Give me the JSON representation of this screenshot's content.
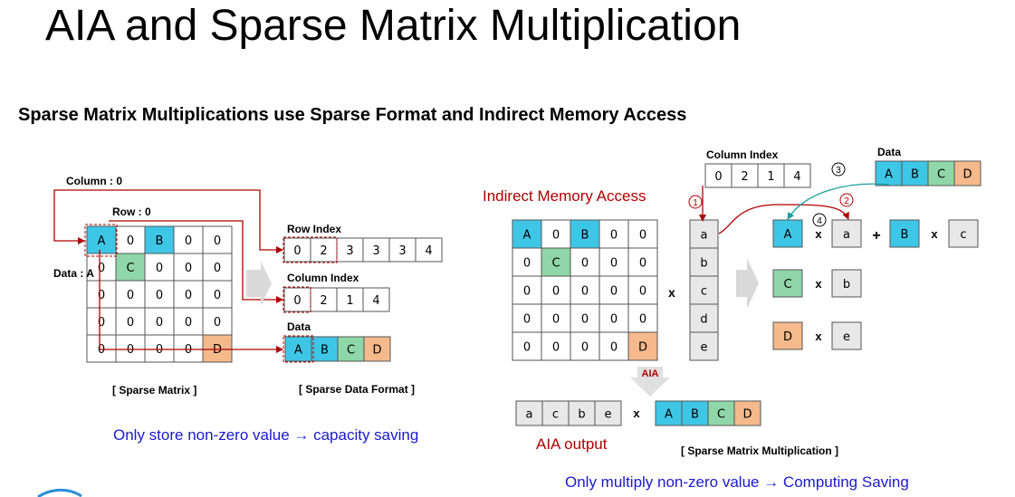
{
  "title": "AIA and Sparse Matrix Multiplication",
  "subtitle": "Sparse Matrix Multiplications use Sparse Format and Indirect Memory Access",
  "colors": {
    "A": "#3ec6e6",
    "B": "#3ec6e6",
    "C": "#8fd6a8",
    "D": "#f5b98c",
    "gray_cell": "#e8e8e8",
    "red": "#b00000",
    "blue_text": "#1a1ad0",
    "teal": "#1a9e9e"
  },
  "left": {
    "column_label": "Column : 0",
    "row_label": "Row : 0",
    "data_label": "Data  : A",
    "matrix": [
      [
        "A",
        "0",
        "B",
        "0",
        "0"
      ],
      [
        "0",
        "C",
        "0",
        "0",
        "0"
      ],
      [
        "0",
        "0",
        "0",
        "0",
        "0"
      ],
      [
        "0",
        "0",
        "0",
        "0",
        "0"
      ],
      [
        "0",
        "0",
        "0",
        "0",
        "D"
      ]
    ],
    "row_index_label": "Row Index",
    "row_index": [
      "0",
      "2",
      "3",
      "3",
      "3",
      "4"
    ],
    "column_index_label": "Column Index",
    "column_index": [
      "0",
      "2",
      "1",
      "4"
    ],
    "data_title": "Data",
    "data": [
      "A",
      "B",
      "C",
      "D"
    ],
    "sparse_matrix_caption": "[ Sparse Matrix ]",
    "sparse_format_caption": "[ Sparse Data Format ]",
    "note": "Only store non-zero value → capacity saving"
  },
  "right": {
    "indirect_label": "Indirect Memory Access",
    "column_index_label": "Column Index",
    "column_index": [
      "0",
      "2",
      "1",
      "4"
    ],
    "data_title": "Data",
    "data": [
      "A",
      "B",
      "C",
      "D"
    ],
    "matrix": [
      [
        "A",
        "0",
        "B",
        "0",
        "0"
      ],
      [
        "0",
        "C",
        "0",
        "0",
        "0"
      ],
      [
        "0",
        "0",
        "0",
        "0",
        "0"
      ],
      [
        "0",
        "0",
        "0",
        "0",
        "0"
      ],
      [
        "0",
        "0",
        "0",
        "0",
        "D"
      ]
    ],
    "times": "x",
    "vector": [
      "a",
      "b",
      "c",
      "d",
      "e"
    ],
    "step1": "1",
    "step2": "2",
    "step3": "3",
    "step4": "4",
    "products": {
      "row1_a": "A",
      "row1_b": "a",
      "row1_c": "B",
      "row1_d": "c",
      "plus": "+",
      "row2_a": "C",
      "row2_b": "b",
      "row3_a": "D",
      "row3_b": "e"
    },
    "aia_label": "AIA",
    "aia_vector": [
      "a",
      "c",
      "b",
      "e"
    ],
    "aia_data": [
      "A",
      "B",
      "C",
      "D"
    ],
    "aia_output_label": "AIA output",
    "caption": "[ Sparse Matrix Multiplication ]",
    "note": "Only multiply non-zero value → Computing Saving"
  }
}
